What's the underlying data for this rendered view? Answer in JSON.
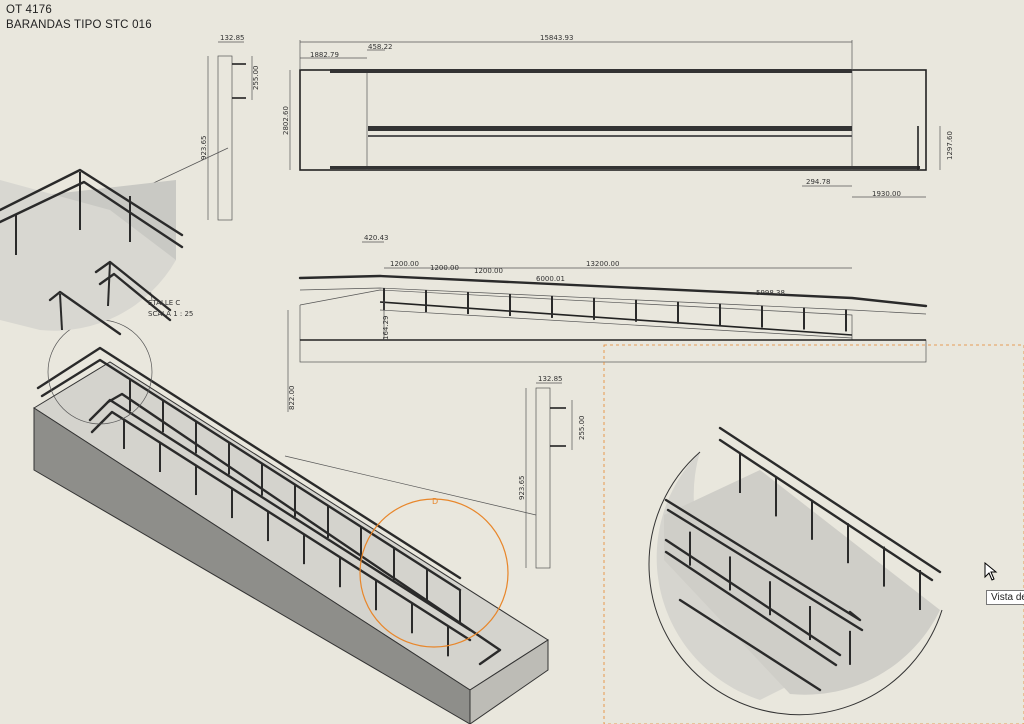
{
  "header": {
    "line1": "OT 4176",
    "line2": "BARANDAS TIPO STC 016"
  },
  "detail_c": {
    "label": "ETALLE C",
    "scale": "SCALA 1 : 25"
  },
  "detail_d": {
    "label": "D"
  },
  "dims_top": {
    "total": "15843.93",
    "a": "1882.79",
    "b": "458.22",
    "height": "2802.60",
    "right_h": "1297.60",
    "c": "294.78",
    "d": "1930.00"
  },
  "dims_side": {
    "a": "420.43",
    "b": "13200.00",
    "c1": "1200.00",
    "c2": "1200.00",
    "c3": "1200.00",
    "d": "6000.01",
    "e": "5998.38",
    "f": "164.29",
    "g": "822.00"
  },
  "dims_post1": {
    "w": "132.85",
    "h1": "255.00",
    "h": "923.65"
  },
  "dims_post2": {
    "w": "132.85",
    "h1": "255.00",
    "h": "923.65"
  },
  "tooltip": {
    "text": "Vista de"
  },
  "colors": {
    "background": "#e9e7dd",
    "detail_circle": "#e8862a",
    "line": "#222222"
  }
}
